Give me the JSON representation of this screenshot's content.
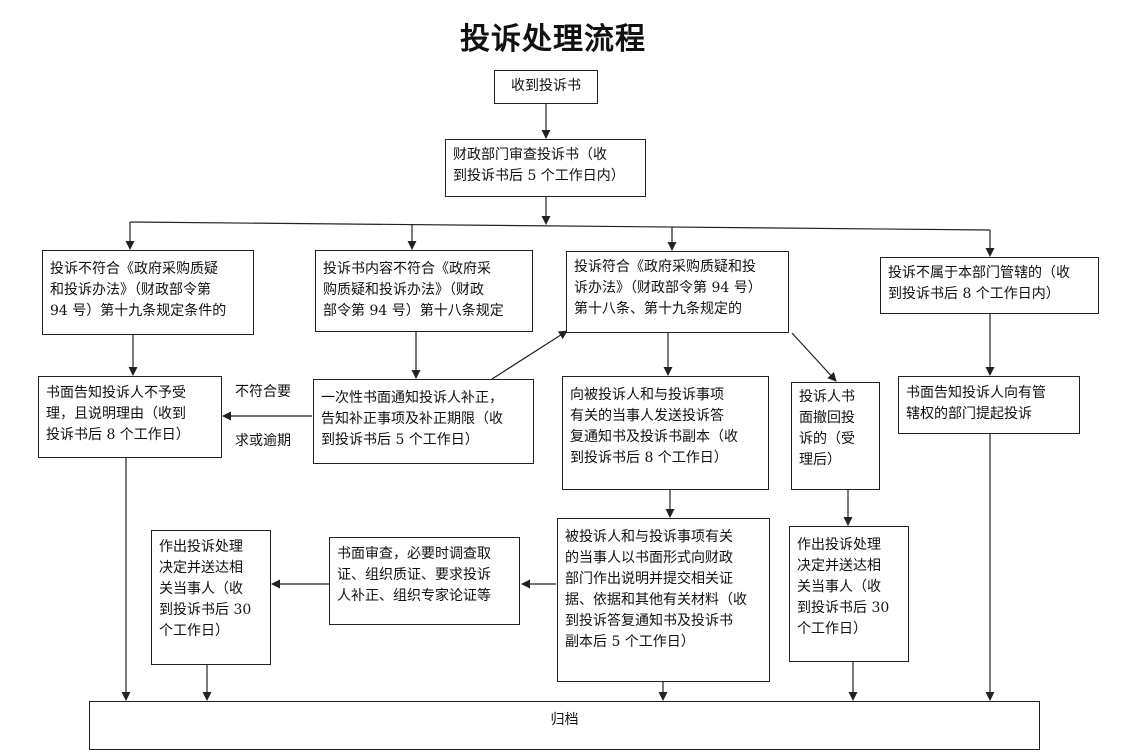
{
  "title": "投诉处理流程",
  "nodes": {
    "receive": "收到投诉书",
    "review": "财政部门审查投诉书（收\n到投诉书后 5 个工作日内）",
    "not_meet_19": "投诉不符合《政府采购质疑\n和投诉办法》（财政部令第\n94 号）第十九条规定条件的",
    "content_not_meet_18": "投诉书内容不符合《政府采\n购质疑和投诉办法》（财政\n部令第 94 号）第十八条规定",
    "meet_18_19": "投诉符合《政府采购质疑和投\n诉办法》（财政部令第 94 号）\n第十八条、第十九条规定的",
    "not_jurisdiction": "投诉不属于本部门管辖的（收\n到投诉书后 8 个工作日内）",
    "notify_reject": "书面告知投诉人不予受\n理，且说明理由（收到\n投诉书后 8 个工作日）",
    "notify_correct": "一次性书面通知投诉人补正，\n告知补正事项及补正期限（收\n到投诉书后 5 个工作日）",
    "send_copy": "向被投诉人和与投诉事项\n有关的当事人发送投诉答\n复通知书及投诉书副本（收\n到投诉书后 8 个工作日）",
    "withdraw": "投诉人书\n面撤回投\n诉的（受\n理后）",
    "notify_jurisdiction": "书面告知投诉人向有管\n辖权的部门提起投诉",
    "decision_left": "作出投诉处理\n决定并送达相\n关当事人（收\n到投诉书后 30\n个工作日）",
    "written_review": "书面审查，必要时调查取\n证、组织质证、要求投诉\n人补正、组织专家论证等",
    "respondent_explain": "被投诉人和与投诉事项有关\n的当事人以书面形式向财政\n部门作出说明并提交相关证\n据、依据和其他有关材料（收\n到投诉答复通知书及投诉书\n副本后 5 个工作日）",
    "decision_right": "作出投诉处理\n决定并送达相\n关当事人（收\n到投诉书后 30\n个工作日）",
    "archive": "归档"
  },
  "edge_labels": {
    "not_meet_or_overdue_1": "不符合要",
    "not_meet_or_overdue_2": "求或逾期"
  }
}
